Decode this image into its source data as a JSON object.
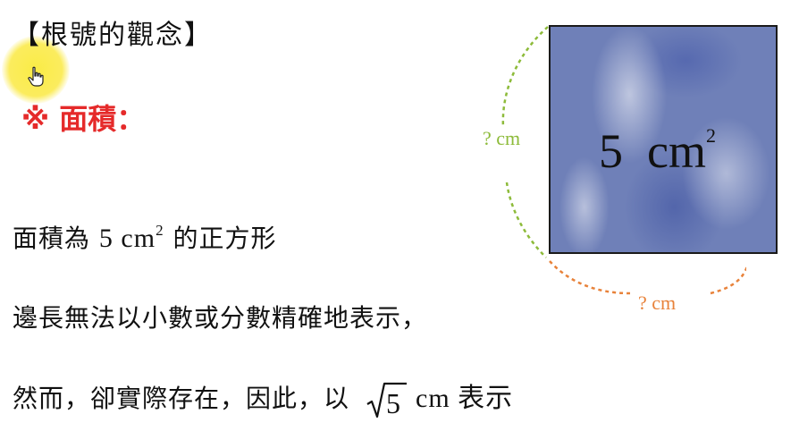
{
  "slide": {
    "title": "【根號的觀念】",
    "subtitle": "※ 面積：",
    "line1": {
      "before": "面積為 ",
      "value": "5",
      "unit": " cm",
      "power": "2",
      "after": " 的正方形"
    },
    "line2": "邊長無法以小數或分數精確地表示，",
    "line3": {
      "before": "然而，卻實際存在，因此，以",
      "radicand": "5",
      "after": "cm 表示"
    }
  },
  "figure": {
    "area_value": "5",
    "area_unit": "cm",
    "area_power": "2",
    "left_side_label": "? cm",
    "bottom_side_label": "? cm",
    "colors": {
      "left_arc": "#8dbb3a",
      "bottom_arc": "#e8823a",
      "square_fill": "#6f80b8"
    }
  },
  "cursor": {
    "icon": "hand-pointer-icon",
    "highlight_color": "#f8e63a"
  }
}
